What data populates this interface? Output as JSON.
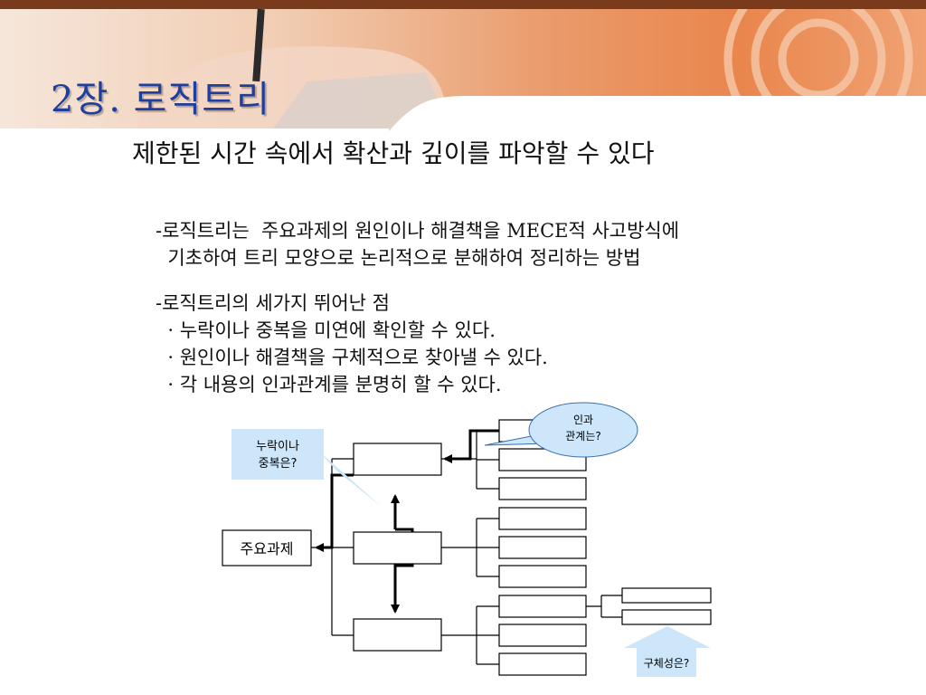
{
  "slide": {
    "title": "2장. 로직트리",
    "subtitle": "제한된 시간 속에서 확산과 깊이를 파악할 수 있다",
    "definition": {
      "line1": "-로직트리는  주요과제의 원인이나 해결책을 MECE적 사고방식에",
      "line2": "  기초하여 트리 모양으로 논리적으로 분해하여 정리하는 방법"
    },
    "advantages": {
      "heading": "-로직트리의 세가지 뛰어난 점",
      "points": [
        "  · 누락이나 중복을 미연에 확인할 수 있다.",
        "  · 원인이나 해결책을 구체적으로 찾아낼 수 있다.",
        "  · 각 내용의 인과관계를 분명히 할 수 있다."
      ]
    }
  },
  "diagram": {
    "root_label": "주요과제",
    "callouts": {
      "left_line1": "누락이나",
      "left_line2": "중복은?",
      "bubble_line1": "인과",
      "bubble_line2": "관계는?",
      "bottom": "구체성은?"
    },
    "colors": {
      "callout_fill": "#cde6f9",
      "line": "#000000",
      "title_blue": "#1f3f9e"
    }
  }
}
